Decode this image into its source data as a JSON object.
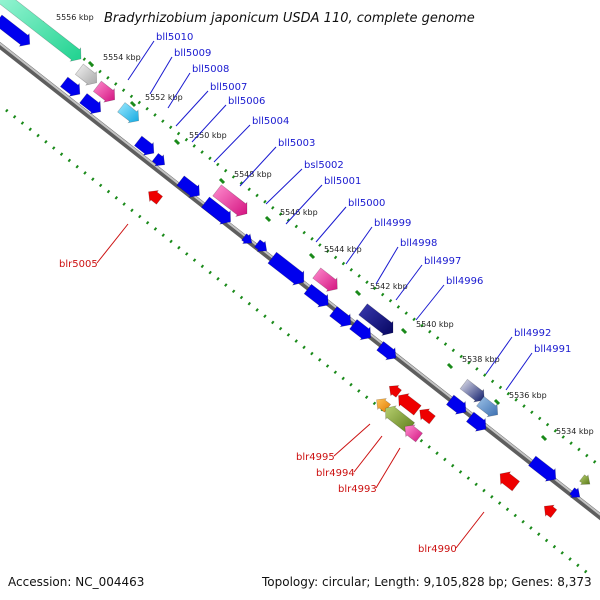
{
  "title": "Bradyrhizobium japonicum USDA 110, complete genome",
  "footer": {
    "accession": "Accession: NC_004463",
    "topology": "Topology: circular; Length: 9,105,828 bp; Genes: 8,373"
  },
  "colors": {
    "forward_gene": "#0000ee",
    "reverse_gene": "#ee0000",
    "forward_label": "#1a1ad0",
    "reverse_label": "#cc1111",
    "tick": "#1a8a1a",
    "backbone": "#7a7a7a"
  },
  "scale_labels": [
    "5556 kbp",
    "5554 kbp",
    "5552 kbp",
    "5550 kbp",
    "5548 kbp",
    "5546 kbp",
    "5544 kbp",
    "5542 kbp",
    "5540 kbp",
    "5538 kbp",
    "5536 kbp",
    "5534 kbp"
  ],
  "forward_genes": [
    "bll5010",
    "bll5009",
    "bll5008",
    "bll5007",
    "bll5006",
    "bll5004",
    "bll5003",
    "bsl5002",
    "bll5001",
    "bll5000",
    "bll4999",
    "bll4998",
    "bll4997",
    "bll4996",
    "bll4992",
    "bll4991"
  ],
  "reverse_genes": [
    "blr5005",
    "blr4995",
    "blr4994",
    "blr4993",
    "blr4990"
  ]
}
